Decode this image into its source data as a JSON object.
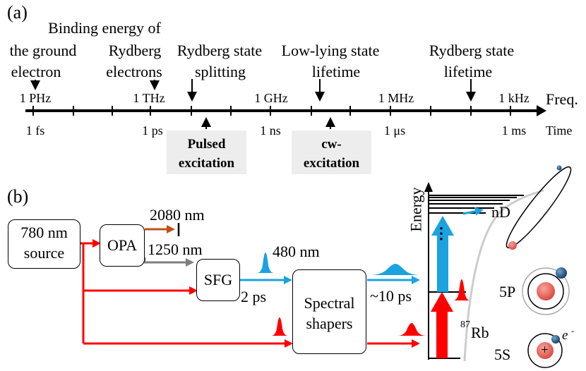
{
  "panel_a": {
    "label": "(a)",
    "top_labels": [
      "Binding energy of",
      "the ground",
      "electron",
      "Rydberg",
      "electrons",
      "Rydberg state",
      "splitting",
      "Low-lying state",
      "lifetime",
      "Rydberg state",
      "lifetime"
    ],
    "freq_ticks": [
      "1 PHz",
      "1 THz",
      "1 GHz",
      "1 MHz",
      "1 kHz"
    ],
    "freq_axis_label": "Freq.",
    "time_ticks": [
      "1 fs",
      "1 ps",
      "1 ns",
      "1 μs",
      "1 ms"
    ],
    "time_axis_label": "Time",
    "boxes": [
      {
        "line1": "Pulsed",
        "line2": "excitation"
      },
      {
        "line1": "cw-",
        "line2": "excitation"
      }
    ]
  },
  "panel_b": {
    "label": "(b)",
    "source_line1": "780 nm",
    "source_line2": "source",
    "opa": "OPA",
    "sfg": "SFG",
    "shapers_line1": "Spectral",
    "shapers_line2": "shapers",
    "wl_2080": "2080 nm",
    "wl_1250": "1250 nm",
    "wl_480": "480 nm",
    "dur_2ps": "2 ps",
    "dur_10ps": "~10 ps",
    "energy_label": "Energy",
    "level_nd": "nD",
    "level_5p": "5P",
    "level_5s": "5S",
    "dots": "⋮",
    "atom_mass": "87",
    "atom_symbol": "Rb",
    "electron_symbol": "e",
    "electron_charge": "-",
    "nucleus_plus": "+"
  },
  "colors": {
    "red": "#ff0000",
    "blue": "#1aa3e0",
    "orange": "#c0501a",
    "gray": "#7f7f7f",
    "box_fill": "#ededed",
    "nucleus": "#e8645a",
    "electron": "#1f4e79"
  }
}
